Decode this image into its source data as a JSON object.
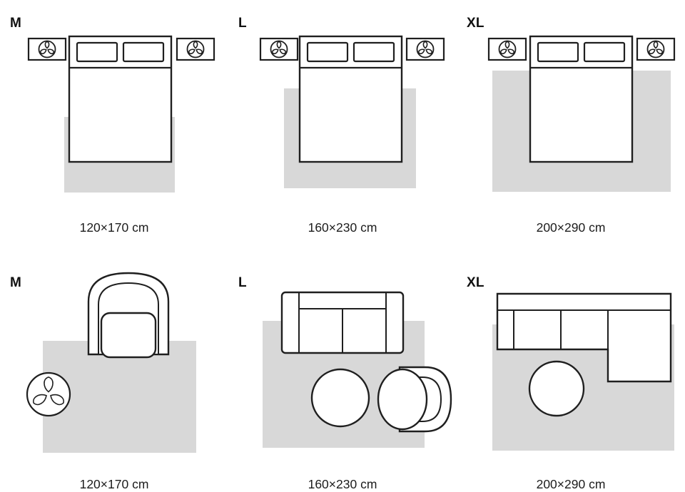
{
  "colors": {
    "background": "#ffffff",
    "rug": "#d8d8d8",
    "outline": "#1f1f1f",
    "text": "#111111"
  },
  "icons": {
    "plant": "trefoil-plant-icon",
    "nightstand": "nightstand-icon",
    "bed": "double-bed-icon",
    "sofa": "sofa-icon",
    "sectional_sofa": "sectional-sofa-icon",
    "armchair": "armchair-icon",
    "coffee_table": "coffee-table-icon"
  },
  "bedroom_row": {
    "panels": [
      {
        "label": "M",
        "size": "120×170 cm"
      },
      {
        "label": "L",
        "size": "160×230 cm"
      },
      {
        "label": "XL",
        "size": "200×290 cm"
      }
    ]
  },
  "living_room_row": {
    "panels": [
      {
        "label": "M",
        "size": "120×170 cm"
      },
      {
        "label": "L",
        "size": "160×230 cm"
      },
      {
        "label": "XL",
        "size": "200×290 cm"
      }
    ]
  }
}
